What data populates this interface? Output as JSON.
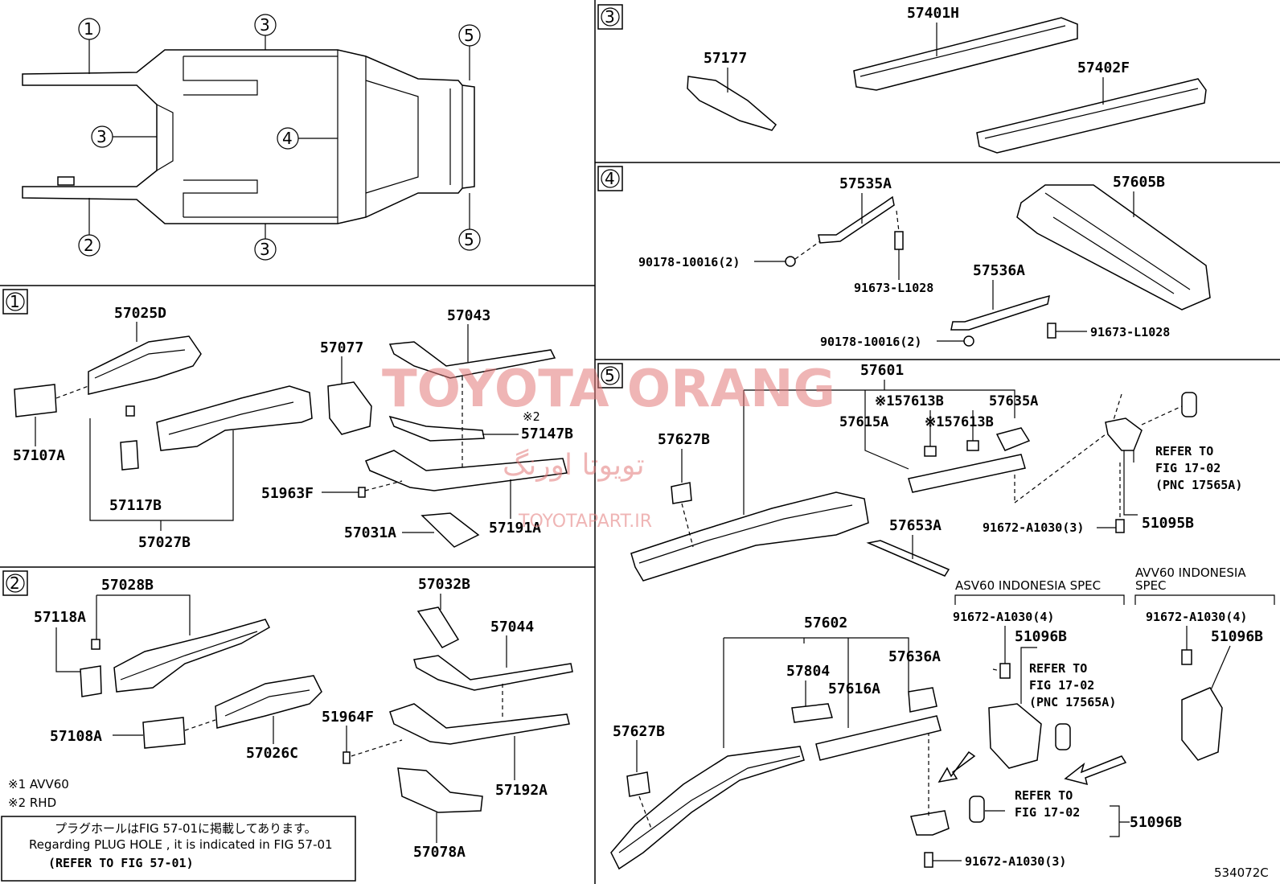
{
  "overview": {
    "markers": [
      "1",
      "2",
      "3",
      "3",
      "3",
      "4",
      "5",
      "5"
    ]
  },
  "watermark": {
    "latin": "TOYOTA ORANG",
    "persian": "تویوتا اورنگ",
    "site": "TOYOTAPART.IR"
  },
  "section1": {
    "badge": "1",
    "parts": {
      "p57025D": "57025D",
      "p57107A": "57107A",
      "p57117B": "57117B",
      "p57027B": "57027B",
      "p57077": "57077",
      "p57043": "57043",
      "p57147B": "57147B",
      "note2": "※2",
      "p51963F": "51963F",
      "p57191A": "57191A",
      "p57031A": "57031A"
    }
  },
  "section2": {
    "badge": "2",
    "parts": {
      "p57028B": "57028B",
      "p57118A": "57118A",
      "p57108A": "57108A",
      "p57026C": "57026C",
      "p57032B": "57032B",
      "p57044": "57044",
      "p51964F": "51964F",
      "p57192A": "57192A",
      "p57078A": "57078A"
    },
    "notes": {
      "n1": "※1 AVV60",
      "n2": "※2 RHD"
    },
    "plug_box": {
      "jp": "プラグホールはFIG 57-01に掲載してあります。",
      "en": "Regarding  PLUG HOLE , it is indicated in FIG  57-01",
      "ref": "(REFER TO FIG 57-01)"
    }
  },
  "section3": {
    "badge": "3",
    "parts": {
      "p57401H": "57401H",
      "p57177": "57177",
      "p57402F": "57402F"
    }
  },
  "section4": {
    "badge": "4",
    "parts": {
      "p57535A": "57535A",
      "p57605B": "57605B",
      "p90178a": "90178-10016(2)",
      "p91673a": "91673-L1028",
      "p57536A": "57536A",
      "p90178b": "90178-10016(2)",
      "p91673b": "91673-L1028"
    }
  },
  "section5": {
    "badge": "5",
    "parts": {
      "p57601": "57601",
      "p57613B1": "※157613B",
      "p57635A": "57635A",
      "p57615A": "57615A",
      "p57613B2": "※157613B",
      "p57627B1": "57627B",
      "p57653A": "57653A",
      "p57602": "57602",
      "p57804": "57804",
      "p57636A": "57636A",
      "p57616A": "57616A",
      "p57627B2": "57627B",
      "p91672a": "91672-A1030(3)",
      "p51095B": "51095B",
      "p91672b": "91672-A1030(4)",
      "p51096Ba": "51096B",
      "p91672c": "91672-A1030(4)",
      "p51096Bb": "51096B",
      "p51096Bc": "51096B",
      "p91672d": "91672-A1030(3)"
    },
    "refer_a": [
      "REFER TO",
      "FIG 17-02",
      "(PNC 17565A)"
    ],
    "refer_b": [
      "REFER TO",
      "FIG 17-02",
      "(PNC 17565A)"
    ],
    "refer_c": [
      "REFER TO",
      "FIG 17-02"
    ],
    "spec_asv": "ASV60 INDONESIA SPEC",
    "spec_avv_1": "AVV60 INDONESIA",
    "spec_avv_2": "SPEC"
  },
  "figure_code": "534072C"
}
